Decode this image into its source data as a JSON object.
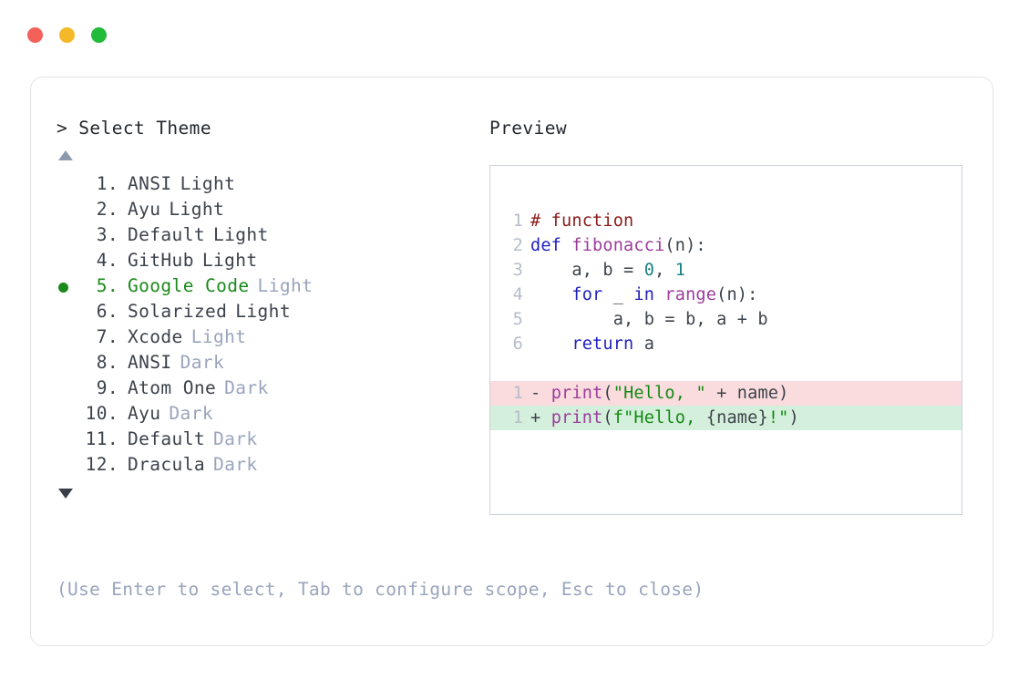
{
  "window": {
    "controls": [
      {
        "name": "close",
        "color": "#f4605a"
      },
      {
        "name": "minimize",
        "color": "#f5b828"
      },
      {
        "name": "maximize",
        "color": "#22bb3a"
      }
    ]
  },
  "left": {
    "prompt": "> Select Theme",
    "scroll_up_icon": "triangle-up-icon",
    "scroll_down_icon": "triangle-down-icon",
    "selected_index": 5,
    "selected_color": "#1a8a1a",
    "items": [
      {
        "index": "1.",
        "name": "ANSI",
        "suffix": "Light",
        "suffix_muted": false,
        "selected": false
      },
      {
        "index": "2.",
        "name": "Ayu",
        "suffix": "Light",
        "suffix_muted": false,
        "selected": false
      },
      {
        "index": "3.",
        "name": "Default",
        "suffix": "Light",
        "suffix_muted": false,
        "selected": false
      },
      {
        "index": "4.",
        "name": "GitHub",
        "suffix": "Light",
        "suffix_muted": false,
        "selected": false
      },
      {
        "index": "5.",
        "name": "Google Code",
        "suffix": "Light",
        "suffix_muted": true,
        "selected": true
      },
      {
        "index": "6.",
        "name": "Solarized",
        "suffix": "Light",
        "suffix_muted": false,
        "selected": false
      },
      {
        "index": "7.",
        "name": "Xcode",
        "suffix": "Light",
        "suffix_muted": true,
        "selected": false
      },
      {
        "index": "8.",
        "name": "ANSI",
        "suffix": "Dark",
        "suffix_muted": true,
        "selected": false
      },
      {
        "index": "9.",
        "name": "Atom One",
        "suffix": "Dark",
        "suffix_muted": true,
        "selected": false
      },
      {
        "index": "10.",
        "name": "Ayu",
        "suffix": "Dark",
        "suffix_muted": true,
        "selected": false
      },
      {
        "index": "11.",
        "name": "Default",
        "suffix": "Dark",
        "suffix_muted": true,
        "selected": false
      },
      {
        "index": "12.",
        "name": "Dracula",
        "suffix": "Dark",
        "suffix_muted": true,
        "selected": false
      }
    ],
    "hint": "(Use Enter to select, Tab to configure scope, Esc to close)"
  },
  "right": {
    "title": "Preview",
    "code_lines": [
      {
        "num": "1",
        "tokens": [
          {
            "t": "# function",
            "c": "com"
          }
        ]
      },
      {
        "num": "2",
        "tokens": [
          {
            "t": "def ",
            "c": "kw"
          },
          {
            "t": "fibonacci",
            "c": "fn"
          },
          {
            "t": "(n):",
            "c": "punc"
          }
        ]
      },
      {
        "num": "3",
        "tokens": [
          {
            "t": "    a, b = ",
            "c": "plain"
          },
          {
            "t": "0",
            "c": "num"
          },
          {
            "t": ", ",
            "c": "plain"
          },
          {
            "t": "1",
            "c": "num"
          }
        ]
      },
      {
        "num": "4",
        "tokens": [
          {
            "t": "    ",
            "c": "plain"
          },
          {
            "t": "for",
            "c": "kw"
          },
          {
            "t": " _ ",
            "c": "plain"
          },
          {
            "t": "in",
            "c": "kw"
          },
          {
            "t": " ",
            "c": "plain"
          },
          {
            "t": "range",
            "c": "fn"
          },
          {
            "t": "(n):",
            "c": "punc"
          }
        ]
      },
      {
        "num": "5",
        "tokens": [
          {
            "t": "        a, b = b, a + b",
            "c": "plain"
          }
        ]
      },
      {
        "num": "6",
        "tokens": [
          {
            "t": "    ",
            "c": "plain"
          },
          {
            "t": "return",
            "c": "kw"
          },
          {
            "t": " a",
            "c": "plain"
          }
        ]
      }
    ],
    "diff_lines": [
      {
        "num": "1",
        "mark": "-",
        "kind": "del",
        "bg": "#fadbde",
        "tokens": [
          {
            "t": "print",
            "c": "fn"
          },
          {
            "t": "(",
            "c": "punc"
          },
          {
            "t": "\"Hello, \"",
            "c": "str"
          },
          {
            "t": " + name)",
            "c": "plain"
          }
        ]
      },
      {
        "num": "1",
        "mark": "+",
        "kind": "add",
        "bg": "#d4efdc",
        "tokens": [
          {
            "t": "print",
            "c": "fn"
          },
          {
            "t": "(",
            "c": "punc"
          },
          {
            "t": "f\"Hello, ",
            "c": "str"
          },
          {
            "t": "{name}",
            "c": "plain"
          },
          {
            "t": "!\"",
            "c": "str"
          },
          {
            "t": ")",
            "c": "punc"
          }
        ]
      }
    ]
  }
}
